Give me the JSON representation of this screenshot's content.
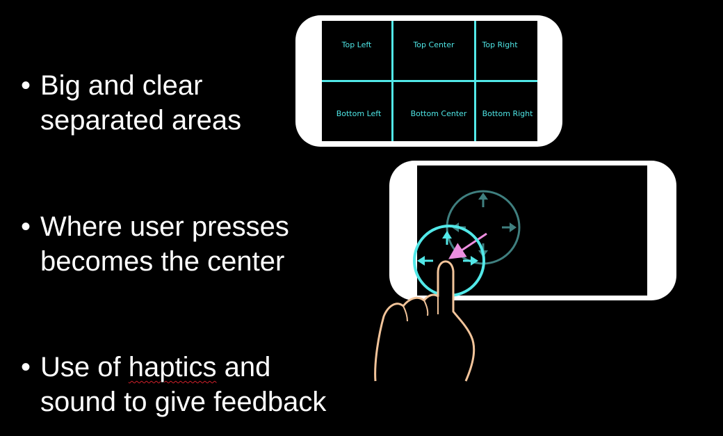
{
  "bullets": [
    {
      "symbol": "•",
      "lines": [
        "Big and clear",
        "separated areas"
      ]
    },
    {
      "symbol": "•",
      "lines": [
        "Where user presses",
        "becomes the center"
      ]
    },
    {
      "symbol": "•",
      "line1_pre": "Use of ",
      "line1_marked": "haptics",
      "line1_post": " and",
      "line2": "sound to give feedback"
    }
  ],
  "grid_phone": {
    "zones": {
      "top_left": "Top Left",
      "top_center": "Top Center",
      "top_right": "Top Right",
      "bottom_left": "Bottom Left",
      "bottom_center": "Bottom Center",
      "bottom_right": "Bottom Right"
    }
  },
  "colors": {
    "background": "#000000",
    "text": "#ffffff",
    "cyan": "#52e8e8",
    "teal_dim": "#3f7f7f",
    "pink_arrow": "#ee8ee0",
    "finger_outline": "#f2c49a",
    "spell_underline": "#d0202a"
  },
  "icons": [
    "arrow-up-icon",
    "arrow-down-icon",
    "arrow-left-icon",
    "arrow-right-icon",
    "diagonal-arrow-icon",
    "finger-icon"
  ]
}
